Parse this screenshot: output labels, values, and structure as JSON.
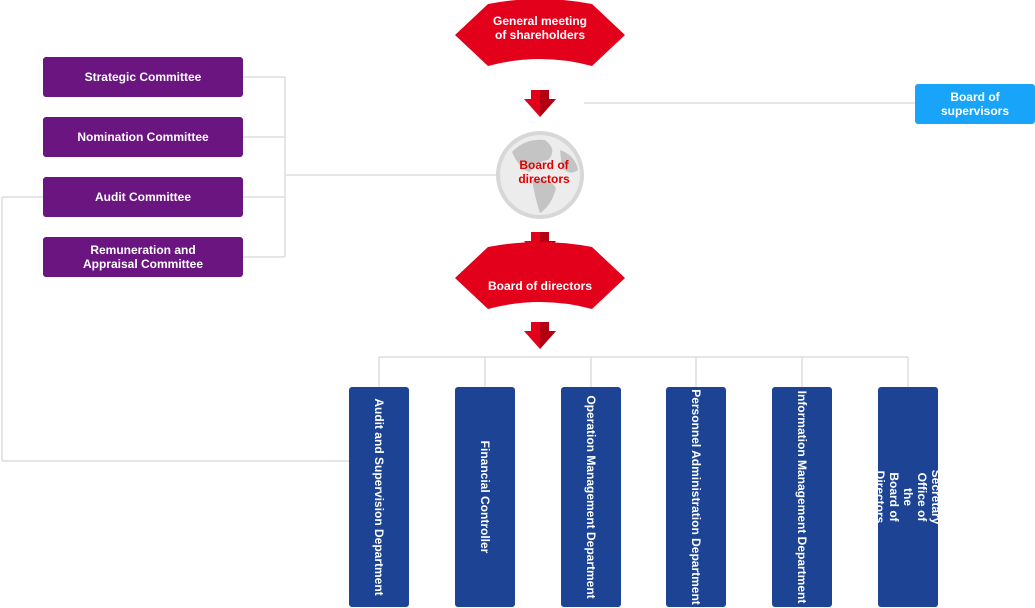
{
  "top": {
    "shareholders_label": "General meeting\nof shareholders",
    "board_globe_label": "Board of\ndirectors",
    "board_fan_label": "Board of directors"
  },
  "committees": [
    {
      "label": "Strategic Committee"
    },
    {
      "label": "Nomination Committee"
    },
    {
      "label": "Audit Committee"
    },
    {
      "label": "Remuneration and\nAppraisal Committee"
    }
  ],
  "supervisors": {
    "label": "Board of\nsupervisors"
  },
  "departments": [
    {
      "label": "Audit and Supervision Department"
    },
    {
      "label": "Financial Controller"
    },
    {
      "label": "Operation Management Department"
    },
    {
      "label": "Personnel Administration Department"
    },
    {
      "label": "Information Management Department"
    },
    {
      "label": "Secretary Office of\nthe Board of Directors"
    }
  ],
  "colors": {
    "committee": "#6a1580",
    "supervisors": "#18a4f8",
    "department": "#1c4394",
    "fan": "#e2001a",
    "connector": "#dddddd"
  }
}
